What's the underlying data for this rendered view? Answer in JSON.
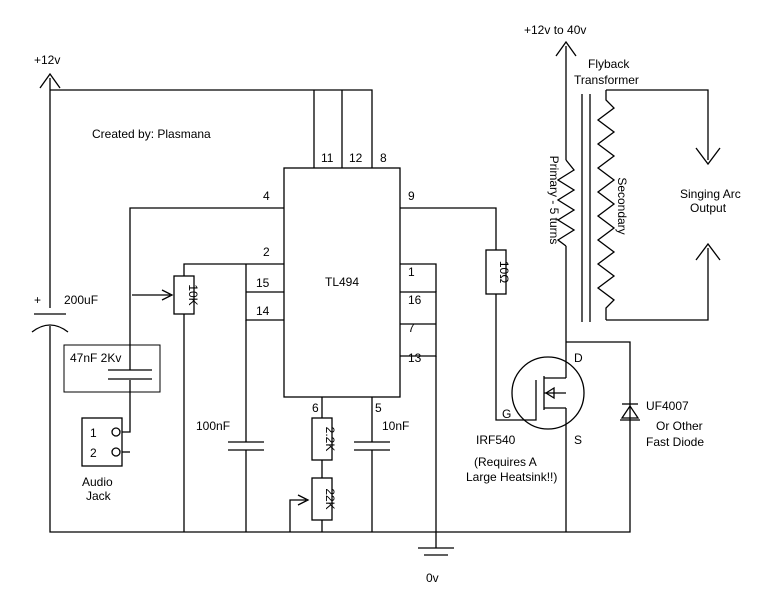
{
  "credit": "Created by: Plasmana",
  "rails": {
    "supply_12v": "+12v",
    "supply_hv": "+12v to 40v",
    "ground": "0v"
  },
  "ic": {
    "name": "TL494",
    "pins": {
      "p1": "1",
      "p2": "2",
      "p4": "4",
      "p5": "5",
      "p6": "6",
      "p7": "7",
      "p8": "8",
      "p9": "9",
      "p11": "11",
      "p12": "12",
      "p13": "13",
      "p14": "14",
      "p15": "15",
      "p16": "16"
    }
  },
  "components": {
    "cap_bulk_polarity": "+",
    "cap_bulk": "200uF",
    "cap_coupling": "47nF 2Kv",
    "cap_100n": "100nF",
    "cap_10n": "10nF",
    "pot_10k": "10K",
    "res_2k2": "2.2K",
    "pot_22k": "22K",
    "res_gate": "10Ω",
    "jack_pin1": "1",
    "jack_pin2": "2",
    "jack_label_line1": "Audio",
    "jack_label_line2": "Jack"
  },
  "mosfet": {
    "part": "IRF540",
    "gate": "G",
    "drain": "D",
    "source": "S",
    "note_line1": "(Requires A",
    "note_line2": "Large Heatsink!!)"
  },
  "diode": {
    "part": "UF4007",
    "note_line1": "Or Other",
    "note_line2": "Fast Diode"
  },
  "transformer": {
    "title_line1": "Flyback",
    "title_line2": "Transformer",
    "primary": "Primary - 5 turns",
    "secondary": "Secondary",
    "output_line1": "Singing Arc",
    "output_line2": "Output"
  }
}
